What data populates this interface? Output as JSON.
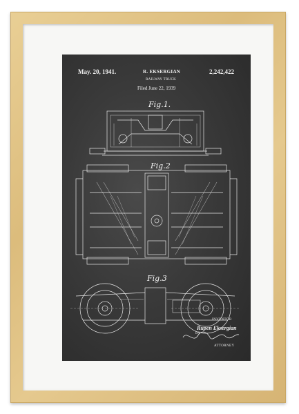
{
  "patent": {
    "date": "May. 20, 1941.",
    "inventor": "R. EKSERGIAN",
    "number": "2,242,422",
    "title": "RAILWAY TRUCK",
    "filed": "Filed June 22, 1939"
  },
  "figures": {
    "fig1": "Fig.1.",
    "fig2": "Fig.2",
    "fig3": "Fig.3"
  },
  "signature": {
    "inventor_label": "INVENTOR",
    "inventor_name": "Rupen Eksergian",
    "by": "BY",
    "attorney_label": "ATTORNEY"
  },
  "colors": {
    "frame": "#dcbc7c",
    "mat": "#f7f7f5",
    "chalkboard": "#3a3a3a",
    "chalk": "#f2f2f2"
  }
}
